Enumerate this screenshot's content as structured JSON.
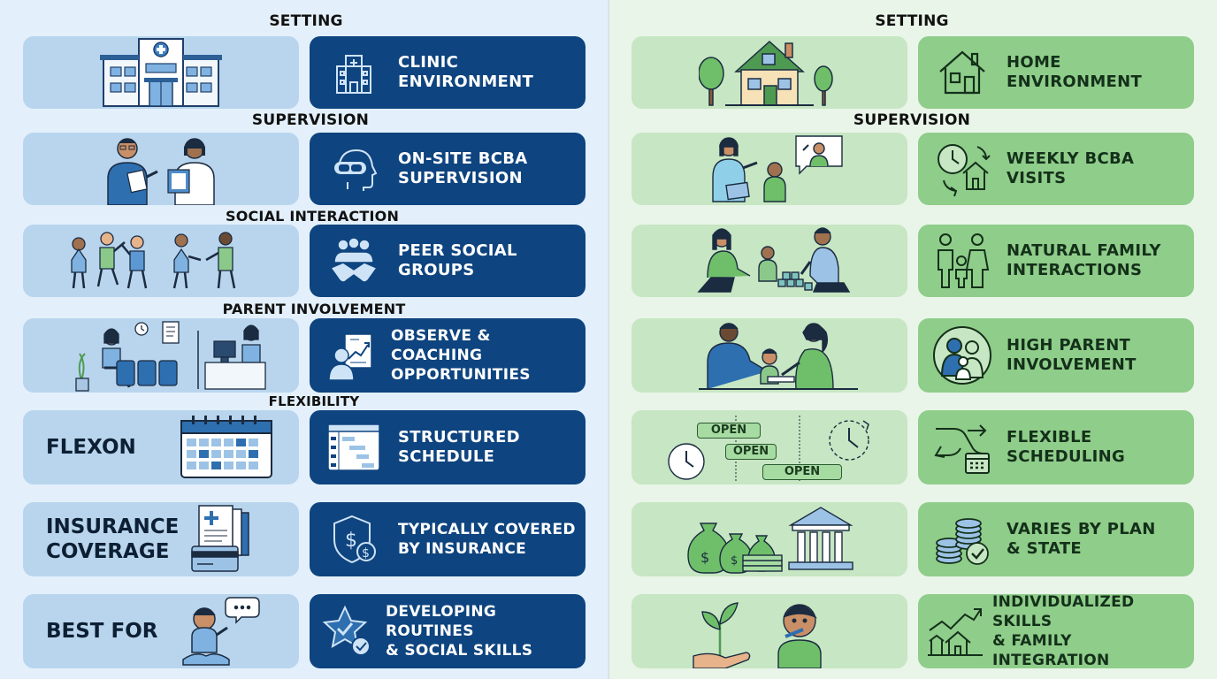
{
  "left": {
    "section_labels": {
      "setting": "SETTING",
      "supervision": "SUPERVISION",
      "social": "SOCIAL INTERACTION",
      "parent": "PARENT INVOLVEMENT",
      "flexibility": "FLEXIBILITY"
    },
    "rows": {
      "setting": "CLINIC\nENVIRONMENT",
      "supervision": "ON-SITE BCBA\nSUPERVISION",
      "social": "PEER SOCIAL\nGROUPS",
      "parent": "OBSERVE & COACHING\nOPPORTUNITIES",
      "flexibility": "STRUCTURED\nSCHEDULE",
      "insurance": "TYPICALLY COVERED\nBY INSURANCE",
      "bestfor": "DEVELOPING ROUTINES\n& SOCIAL SKILLS"
    },
    "side_titles": {
      "flexibility": "FLEXON",
      "insurance": "INSURANCE\nCOVERAGE",
      "bestfor": "BEST FOR"
    }
  },
  "right": {
    "section_labels": {
      "setting": "SETTING",
      "supervision": "SUPERVISION"
    },
    "rows": {
      "setting": "HOME\nENVIRONMENT",
      "supervision": "WEEKLY BCBA\nVISITS",
      "social": "NATURAL FAMILY\nINTERACTIONS",
      "parent": "HIGH PARENT\nINVOLVEMENT",
      "flexibility": "FLEXIBLE\nSCHEDULING",
      "insurance": "VARIES BY PLAN\n& STATE",
      "bestfor": "INDIVIDUALIZED SKILLS\n& FAMILY INTEGRATION"
    },
    "schedule_tags": [
      "OPEN",
      "OPEN",
      "OPEN"
    ]
  },
  "colors": {
    "left_bg": "#e3f0fb",
    "right_bg": "#e9f5e8",
    "navy": "#0e447f",
    "green": "#8fcd8a"
  }
}
